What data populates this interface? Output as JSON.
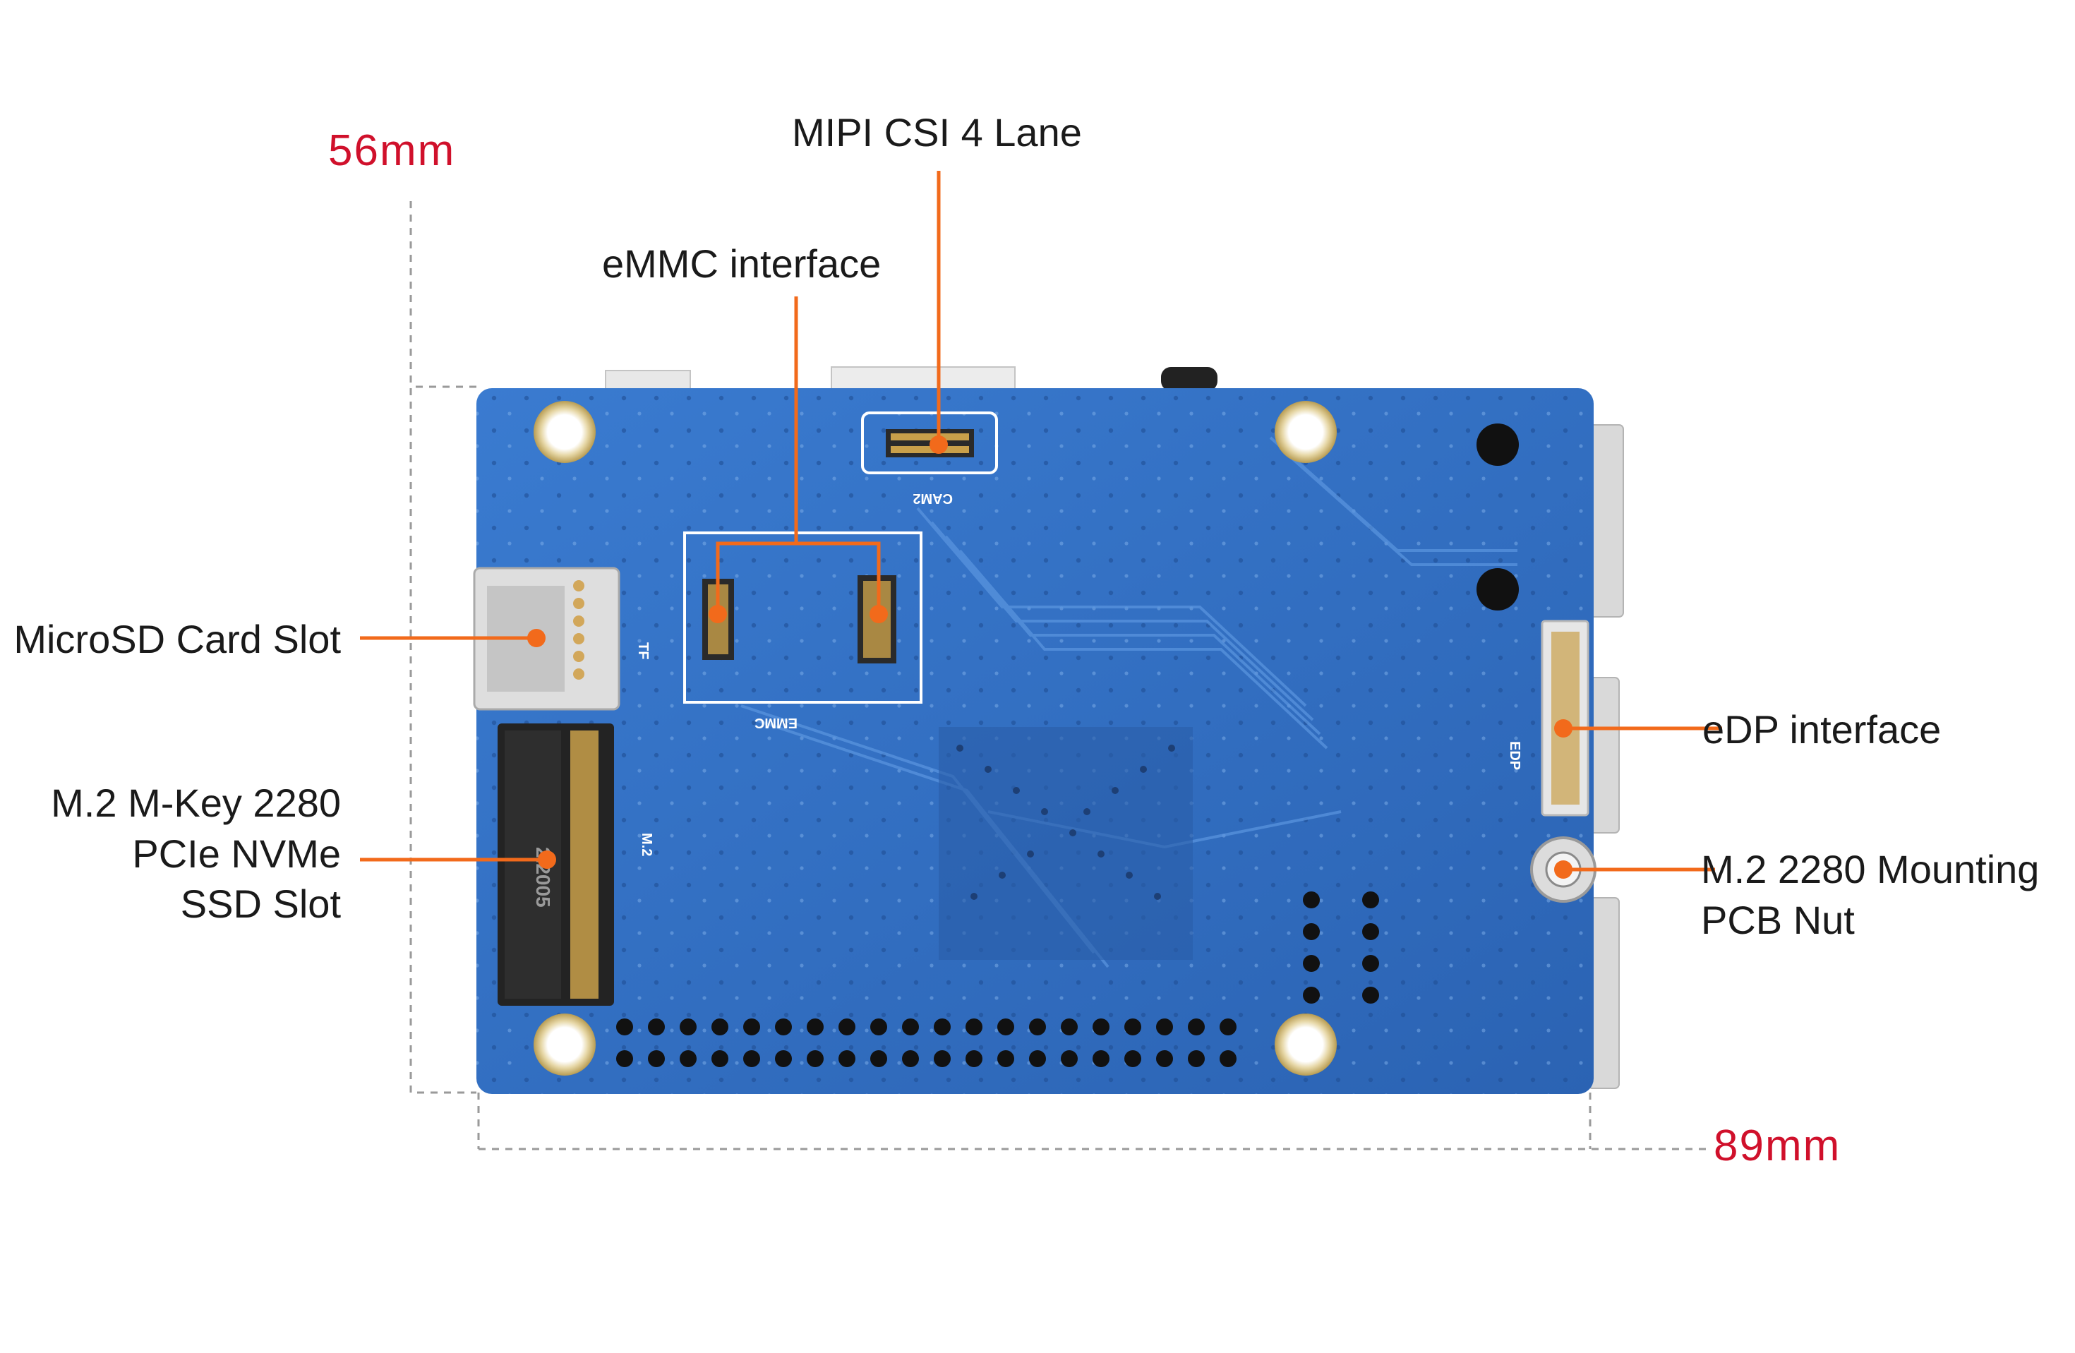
{
  "dimensions": {
    "height": "56mm",
    "width": "89mm"
  },
  "callouts": [
    {
      "id": "mipi",
      "lines": [
        "MIPI CSI 4 Lane"
      ]
    },
    {
      "id": "emmc",
      "lines": [
        "eMMC interface"
      ]
    },
    {
      "id": "microsd",
      "lines": [
        "MicroSD Card Slot"
      ]
    },
    {
      "id": "m2",
      "lines": [
        "M.2 M-Key 2280",
        "PCIe NVMe",
        "SSD Slot"
      ]
    },
    {
      "id": "edp",
      "lines": [
        "eDP interface"
      ]
    },
    {
      "id": "nut",
      "lines": [
        "M.2 2280 Mounting",
        "PCB Nut"
      ]
    }
  ],
  "silkscreen": {
    "tf": "TF",
    "emmc": "EMMC",
    "cam": "CAM2",
    "edp": "EDP",
    "m2": "M.2",
    "m2_part": "2.2005"
  },
  "colors": {
    "board": "#2f6fc4",
    "callout": "#f26a1b",
    "dimension": "#d0102b"
  }
}
